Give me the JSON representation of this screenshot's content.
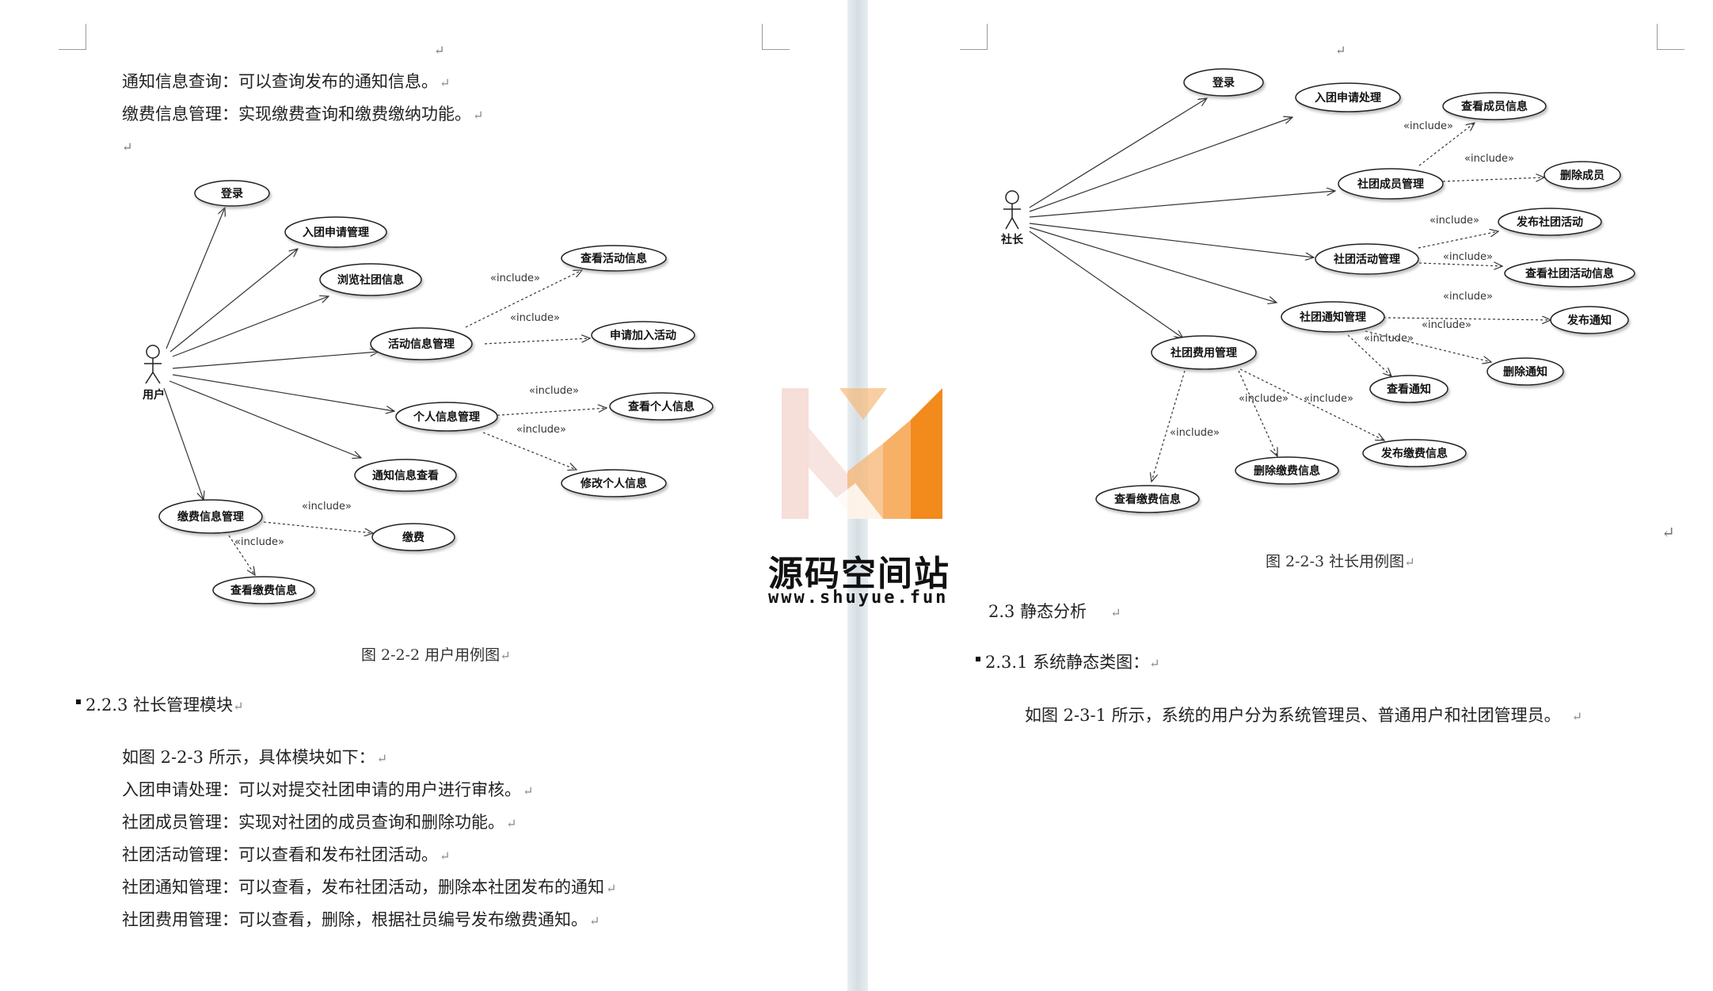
{
  "left_page": {
    "lines_top": [
      "通知信息查询：可以查询发布的通知信息。",
      "缴费信息管理：实现缴费查询和缴费缴纳功能。"
    ],
    "figure_caption": "图 2-2-2  用户用例图",
    "section_heading": "2.2.3 社长管理模块",
    "lines_bottom": [
      "如图 2-2-3 所示，具体模块如下：",
      "入团申请处理：可以对提交社团申请的用户进行审核。",
      "社团成员管理：实现对社团的成员查询和删除功能。",
      "社团活动管理：可以查看和发布社团活动。",
      "社团通知管理：可以查看，发布社团活动，删除本社团发布的通知",
      "社团费用管理：可以查看，删除，根据社员编号发布缴费通知。"
    ],
    "diagram": {
      "actor": "用户",
      "include_label": "«include»",
      "use_cases": {
        "login": "登录",
        "join_apply": "入团申请管理",
        "browse_club": "浏览社团信息",
        "activity_mgmt": "活动信息管理",
        "view_activity": "查看活动信息",
        "apply_activity": "申请加入活动",
        "personal_mgmt": "个人信息管理",
        "view_personal": "查看个人信息",
        "edit_personal": "修改个人信息",
        "notice_query": "通知信息查看",
        "fee_mgmt": "缴费信息管理",
        "pay": "缴费",
        "view_fee": "查看缴费信息"
      }
    }
  },
  "right_page": {
    "figure_caption": "图 2-2-3 社长用例图",
    "section_heading": "2.3 静态分析",
    "sub_heading": "2.3.1 系统静态类图：",
    "body_line": "如图 2-3-1 所示，系统的用户分为系统管理员、普通用户和社团管理员。",
    "diagram": {
      "actor": "社长",
      "include_label": "«include»",
      "use_cases": {
        "login": "登录",
        "join_process": "入团申请处理",
        "member_mgmt": "社团成员管理",
        "view_member": "查看成员信息",
        "delete_member": "删除成员",
        "activity_mgmt": "社团活动管理",
        "publish_activity": "发布社团活动",
        "view_activity": "查看社团活动信息",
        "notice_mgmt": "社团通知管理",
        "publish_notice": "发布通知",
        "view_notice": "查看通知",
        "delete_notice": "删除通知",
        "fee_mgmt": "社团费用管理",
        "view_fee": "查看缴费信息",
        "delete_fee": "删除缴费信息",
        "publish_fee": "发布缴费信息"
      }
    }
  },
  "watermark": {
    "title": "源码空间站",
    "url": "www.shuyue.fun",
    "colors": [
      "#f0c8c0",
      "#f6b97a",
      "#f28a1c"
    ]
  },
  "paragraph_mark": "↵"
}
